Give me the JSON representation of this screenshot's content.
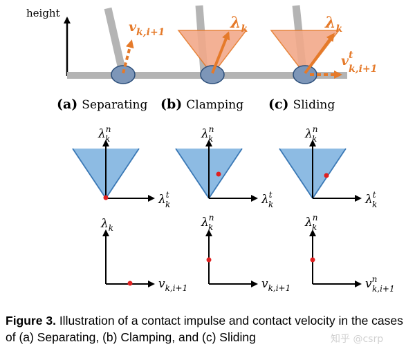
{
  "top_row": {
    "height_label": "height",
    "panels": [
      {
        "letter": "(a)",
        "word": "Separating",
        "vec_base": "v",
        "vec_sub": "k,i+1",
        "vec_sup": ""
      },
      {
        "letter": "(b)",
        "word": "Clamping",
        "vec_base": "λ",
        "vec_sub": "k",
        "vec_sup": ""
      },
      {
        "letter": "(c)",
        "word": "Sliding",
        "vec_base": "λ",
        "vec_sub": "k",
        "vec_sup": "",
        "vel_base": "v",
        "vel_sub": "k,i+1",
        "vel_sup": "t"
      }
    ]
  },
  "middle_row": {
    "panels": [
      {
        "y_base": "λ",
        "y_sub": "k",
        "y_sup": "n",
        "x_base": "λ",
        "x_sub": "k",
        "x_sup": "t"
      },
      {
        "y_base": "λ",
        "y_sub": "k",
        "y_sup": "n",
        "x_base": "λ",
        "x_sub": "k",
        "x_sup": "t"
      },
      {
        "y_base": "λ",
        "y_sub": "k",
        "y_sup": "n",
        "x_base": "λ",
        "x_sub": "k",
        "x_sup": "t"
      }
    ]
  },
  "bottom_row": {
    "panels": [
      {
        "y_base": "λ",
        "y_sub": "k",
        "y_sup": "",
        "x_base": "v",
        "x_sub": "k,i+1",
        "x_sup": ""
      },
      {
        "y_base": "λ",
        "y_sub": "k",
        "y_sup": "n",
        "x_base": "v",
        "x_sub": "k,i+1",
        "x_sup": ""
      },
      {
        "y_base": "λ",
        "y_sub": "k",
        "y_sup": "n",
        "x_base": "v",
        "x_sub": "k,i+1",
        "x_sup": "n"
      }
    ]
  },
  "caption": {
    "label": "Figure 3.",
    "text": "Illustration of a contact impulse and contact velocity in the cases of (a) Separating, (b) Clamping, and (c) Sliding"
  },
  "watermark": "知乎 @csrp",
  "colors": {
    "accent_orange": "#e57a2a",
    "cone_orange": "#f2a98a",
    "ground_gray": "#b4b4b4",
    "contact_blue": "#7d96b8",
    "cone_blue": "#8dbbe3",
    "dot_red": "#e02020"
  }
}
